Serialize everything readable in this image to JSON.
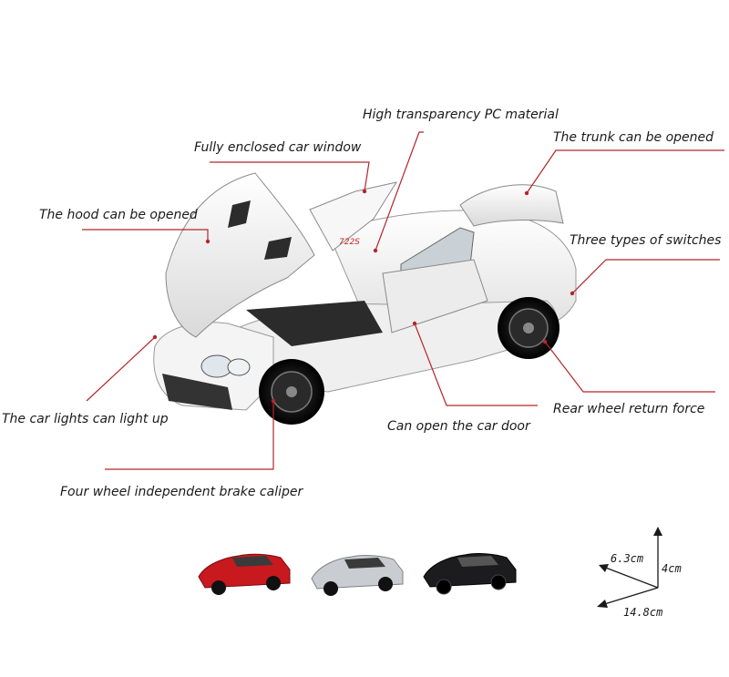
{
  "callouts": {
    "pc_material": "High transparency PC material",
    "window": "Fully enclosed car window",
    "trunk": "The trunk can be opened",
    "hood": "The hood can be opened",
    "switches": "Three types of switches",
    "lights": "The car lights can light up",
    "rear_wheel": "Rear wheel return force",
    "door": "Can open the car door",
    "brake": "Four wheel independent brake caliper"
  },
  "dimensions": {
    "width": "6.3cm",
    "height": "4cm",
    "length": "14.8cm"
  },
  "colors": {
    "leader_line": "#b3262b",
    "car_body": "#f2f2f2",
    "variant_red": "#c8191e",
    "variant_silver": "#c9ccd0",
    "variant_black": "#1c1c1e"
  }
}
